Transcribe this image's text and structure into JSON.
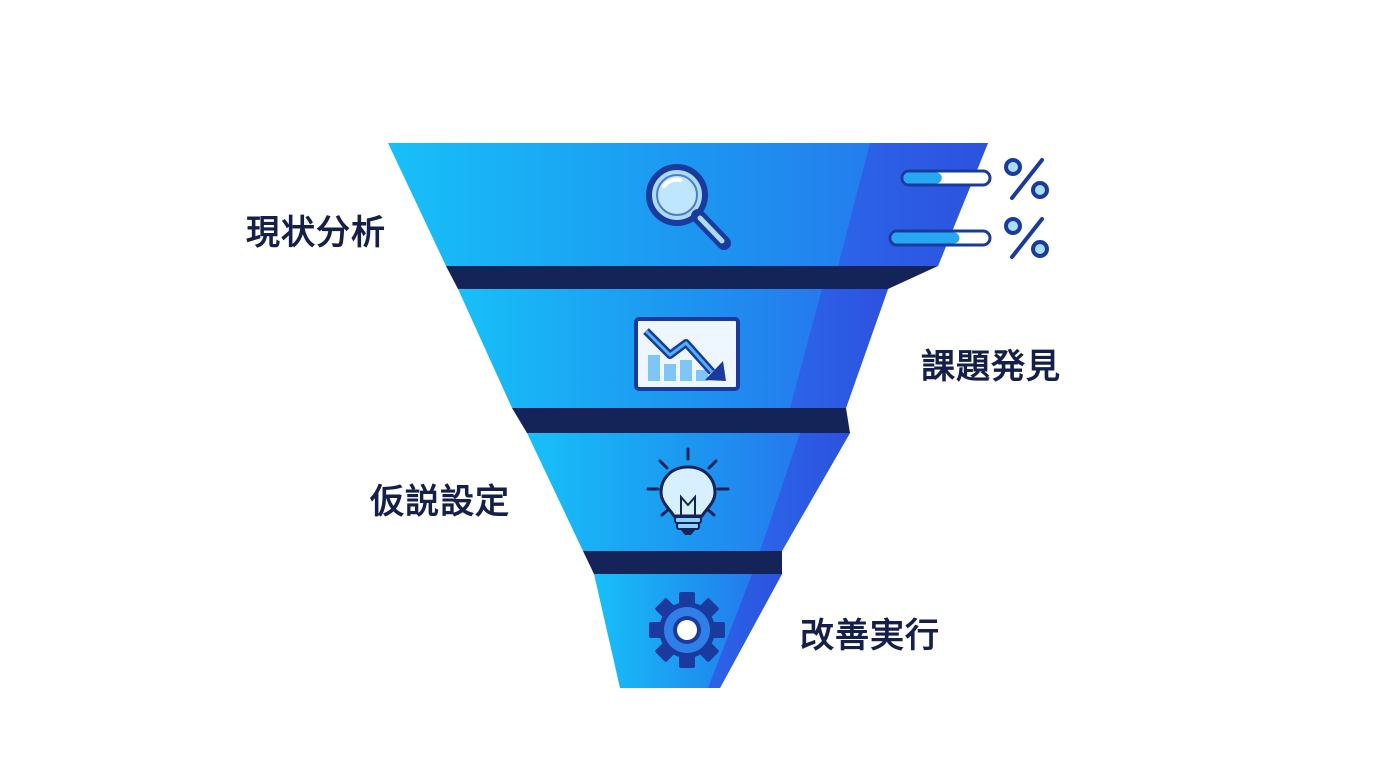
{
  "diagram": {
    "type": "funnel",
    "stages": [
      {
        "label": "現状分析",
        "icon": "magnifier-icon"
      },
      {
        "label": "課題発見",
        "icon": "declining-chart-icon"
      },
      {
        "label": "仮説設定",
        "icon": "lightbulb-icon"
      },
      {
        "label": "改善実行",
        "icon": "gear-icon"
      }
    ],
    "metrics": [
      {
        "symbol": "%",
        "fill_level": 0.45
      },
      {
        "symbol": "%",
        "fill_level": 0.7
      }
    ],
    "colors": {
      "funnel_light": "#17b8f6",
      "funnel_mid": "#1f8ff0",
      "funnel_dark_side": "#2b5ee8",
      "band_dark": "#142458",
      "icon_stroke": "#1a3a9e",
      "icon_fill": "#a9dcff",
      "label_text": "#14204a"
    }
  }
}
